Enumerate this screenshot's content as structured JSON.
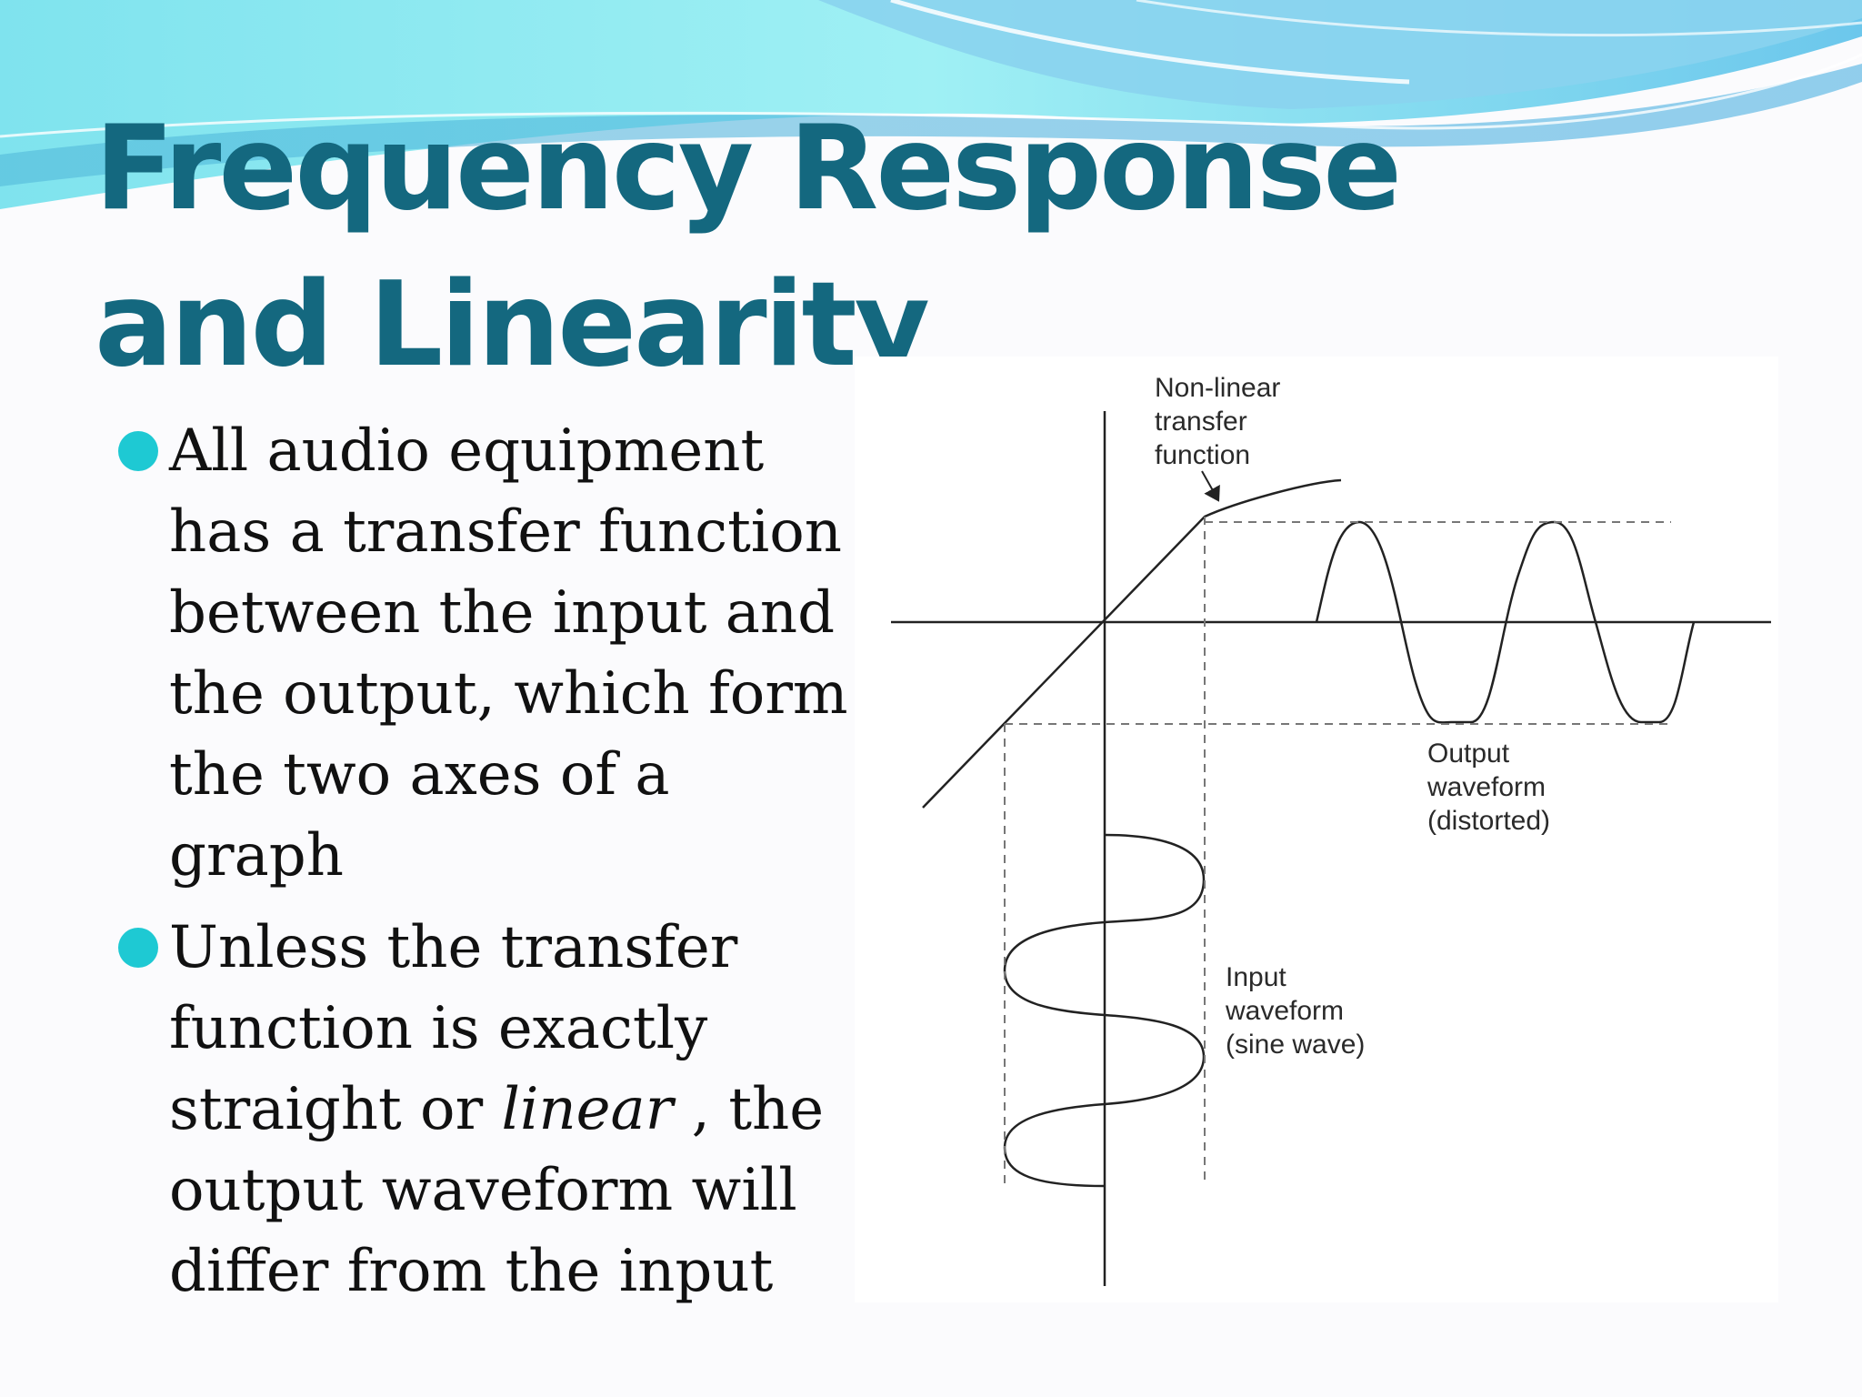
{
  "slide": {
    "title": "Frequency Response and Linearity",
    "accent_colors": {
      "title": "#14687f",
      "bullet": "#1ec9d3",
      "banner_light": "#8fe6ef",
      "banner_dark": "#5cbfe0"
    },
    "bullets": [
      {
        "text": "All audio equipment has a transfer function between the input and the output, which form the two axes of a graph"
      },
      {
        "before": "Unless the transfer function is exactly straight or ",
        "emphasis": "linear",
        "after": " , the output waveform will differ from the input"
      }
    ]
  },
  "figure": {
    "labels": {
      "nonlinear": "Non-linear\ntransfer\nfunction",
      "output": "Output\nwaveform\n(distorted)",
      "input": "Input\nwaveform\n(sine wave)"
    }
  }
}
